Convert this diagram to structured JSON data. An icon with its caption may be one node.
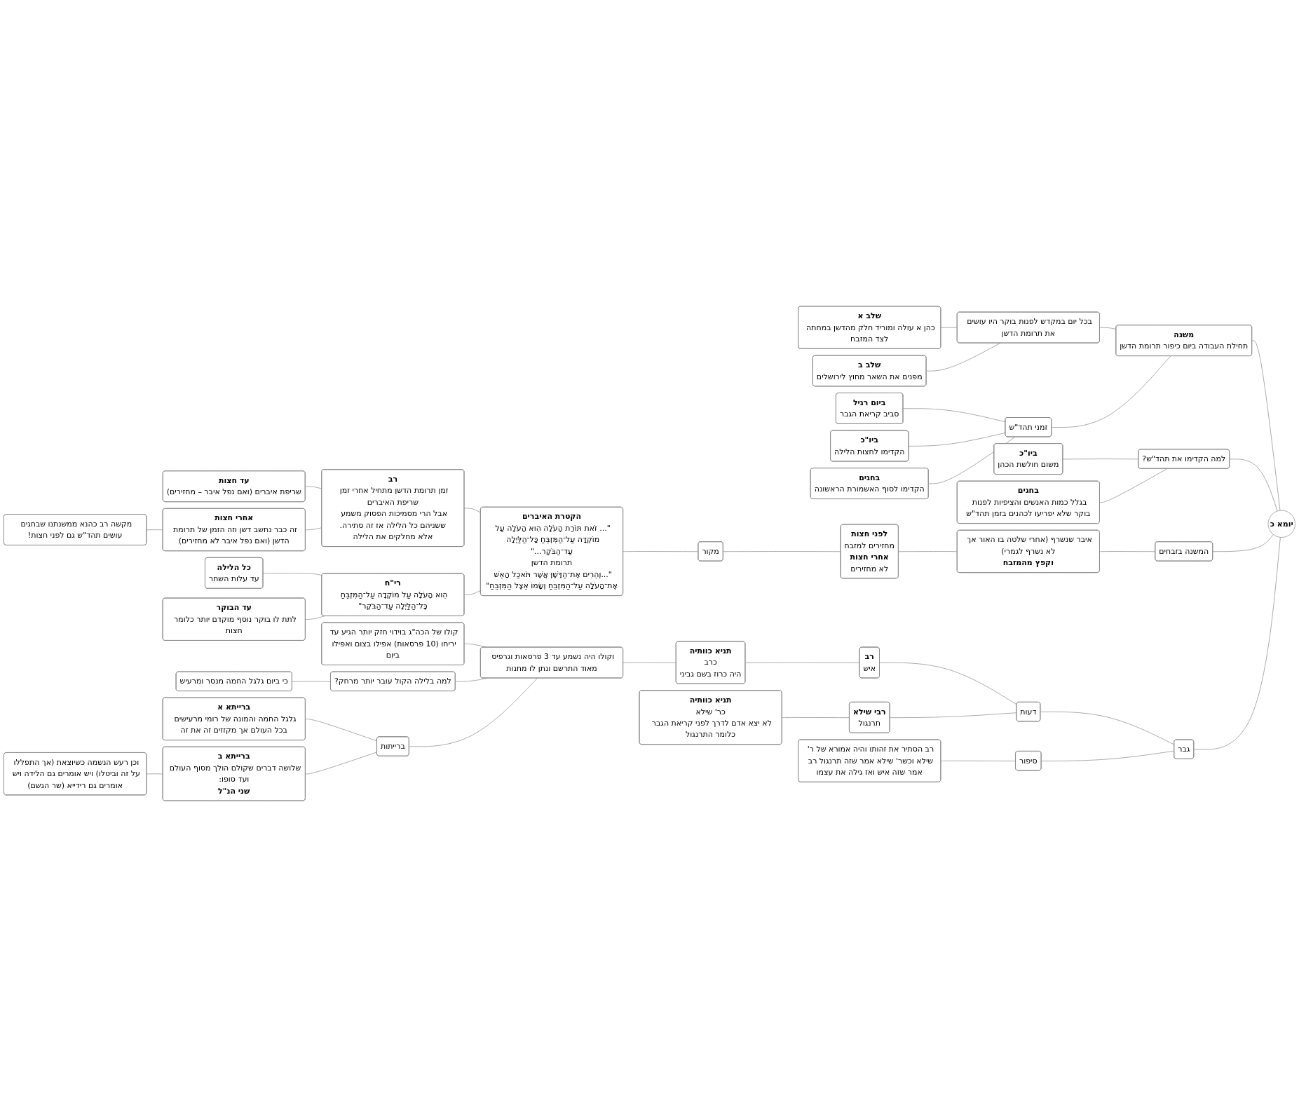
{
  "diagram": {
    "nodes": [
      {
        "text": [
          "יומא כ"
        ]
      },
      {
        "text": [
          "משנה",
          "תחילת העבודה ביום כיפור תרומת הדשן"
        ]
      },
      {
        "text": [
          "בכל יום במקדש לפנות בוקר היו עושים את תרומת הדשן"
        ]
      },
      {
        "text": [
          "שלב א",
          "כהן א עולה ומוריד חלק מהדשן במחתה לצד המזבח"
        ]
      },
      {
        "text": [
          "שלב ב",
          "מפנים את השאר מחוץ לירושלים"
        ]
      },
      {
        "text": [
          "זמני תהד\"ש"
        ]
      },
      {
        "text": [
          "ביום רגיל",
          "סביב קריאת הגבר"
        ]
      },
      {
        "text": [
          "ביו\"כ",
          "הקדימו לחצות הלילה"
        ]
      },
      {
        "text": [
          "בחגים",
          "הקדימו לסוף האשמורת הראשונה"
        ]
      },
      {
        "text": [
          "למה הקדימו את תהד\"ש?"
        ]
      },
      {
        "text": [
          "ביו\"כ",
          "משום חולשת הכהן"
        ]
      },
      {
        "text": [
          "בחגים",
          "בגלל כמות האנשים והציפיות לפנות בוקר שלא יפריעו לכהנים בזמן תהד\"ש"
        ]
      },
      {
        "text": [
          "המשנה בזבחים"
        ]
      },
      {
        "text": [
          "איבר שנשרף (אחרי שלטה בו האור אך לא נשרף לגמרי)",
          "וקפץ מהמזבח"
        ]
      },
      {
        "text": [
          "לפני חצות",
          "מחזירים למזבח",
          "אחרי חצות",
          "לא מחזירים"
        ]
      },
      {
        "text": [
          "מקור"
        ]
      },
      {
        "text": [
          "הקטרת האיברים",
          "\"... זֹאת תּוֹרַת הָעֹלָה הִוא הָעֹלָה עַל מוֹקְדָה עַל־הַמִּזְבֵּחַ כָּל־הַלַּיְלָה עַד־הַבֹּקֶר...\"",
          "תרומת הדשן",
          "\"...וְהֵרִים אֶת־הַדֶּשֶׁן אֲשֶׁר תֹּאכַל הָאֵשׁ אֶת־הָעֹלָה עַל־הַמִּזְבֵּחַ וְשָׂמוֹ אֵצֶל הַמִּזְבֵּחַ\""
        ]
      },
      {
        "text": [
          "רב",
          "זמן תרומת הדשן מתחיל אחרי זמן שריפת האיברים",
          "אבל הרי מסמיכות הפסוק משמע ששניהם כל הלילה אז זה סתירה.",
          "אלא מחלקים את הלילה"
        ]
      },
      {
        "text": [
          "עד חצות",
          "שריפת איברים (ואם נפל איבר – מחזירים)"
        ]
      },
      {
        "text": [
          "אחרי חצות",
          "זה כבר נחשב דשן וזה הזמן של תרומת הדשן (ואם נפל איבר לא מחזירים)"
        ]
      },
      {
        "text": [
          "מקשה רב כהנא ממשנתנו שבחגים עושים תהד\"ש גם לפני חצות!"
        ]
      },
      {
        "text": [
          "רי\"ח",
          "הִוא הָעֹלָה עַל מוֹקְדָה עַל־הַמִּזְבֵּחַ כָּל־הַלַּיְלָה עַד־הַבֹּקֶר\""
        ]
      },
      {
        "text": [
          "כל הלילה",
          "עד עלות השחר"
        ]
      },
      {
        "text": [
          "עד הבוקר",
          "לתת לו בוקר נוסף מוקדם יותר כלומר חצות"
        ]
      },
      {
        "text": [
          "גבר"
        ]
      },
      {
        "text": [
          "דעות"
        ]
      },
      {
        "text": [
          "רב",
          "איש"
        ]
      },
      {
        "text": [
          "תניא כוותיה",
          "כרב",
          "היה כרוז בשם גביני"
        ]
      },
      {
        "text": [
          "וקולו היה נשמע עד 3 פרסאות וגרפיס מאוד התרשם ונתן לו מתנות"
        ]
      },
      {
        "text": [
          "קולו של הכה\"ג בוידוי חזק יותר הגיע עד יריחו (10 פרסאות) אפילו בצום ואפילו ביום"
        ]
      },
      {
        "text": [
          "למה בלילה הקול עובר יותר מרחק?"
        ]
      },
      {
        "text": [
          "כי ביום גלגל החמה מנסר ומרעיש"
        ]
      },
      {
        "text": [
          "ברייתות"
        ]
      },
      {
        "text": [
          "ברייתא א",
          "גלגל החמה והמונה של רומי מרעישים בכל העולם אך מקזזים זה את זה"
        ]
      },
      {
        "text": [
          "ברייתא ב",
          "שלושה דברים שקולם הולך מסוף העולם ועד סופו:",
          "שני הנ\"ל"
        ]
      },
      {
        "text": [
          "וכן רעש הנשמה כשיוצאת (אך התפללו על זה וביטלו) ויש אומרים גם הלידה ויש אומרים גם רידייא (שר הגשם)"
        ]
      },
      {
        "text": [
          "רבי שילא",
          "תרנגול"
        ]
      },
      {
        "text": [
          "תניא כוותיה",
          "כר' שילא",
          "לא יצא אדם לדרך לפני קריאת הגבר כלומר התרנגול"
        ]
      },
      {
        "text": [
          "סיפור"
        ]
      },
      {
        "text": [
          "רב הסתיר את זהותו והיה אמורא של ר' שילא וכשר' שילא אמר שזה תרנגול רב אמר שזה איש ואז גילה את עצמו"
        ]
      }
    ],
    "edges": [
      {
        "from": 0,
        "to": 1,
        "arrow": "none"
      },
      {
        "from": 1,
        "to": 2,
        "arrow": "none"
      },
      {
        "from": 2,
        "to": 3,
        "arrow": "none"
      },
      {
        "from": 2,
        "to": 4,
        "arrow": "none"
      },
      {
        "from": 1,
        "to": 5,
        "arrow": "none"
      },
      {
        "from": 5,
        "to": 6,
        "arrow": "none"
      },
      {
        "from": 5,
        "to": 7,
        "arrow": "none"
      },
      {
        "from": 5,
        "to": 8,
        "arrow": "none"
      },
      {
        "from": 0,
        "to": 9,
        "arrow": "none"
      },
      {
        "from": 9,
        "to": 10,
        "arrow": "none"
      },
      {
        "from": 9,
        "to": 11,
        "arrow": "none"
      },
      {
        "from": 0,
        "to": 12,
        "arrow": "none"
      },
      {
        "from": 12,
        "to": 13,
        "arrow": "none"
      },
      {
        "from": 13,
        "to": 14,
        "arrow": "none"
      },
      {
        "from": 14,
        "to": 15,
        "arrow": "none"
      },
      {
        "from": 15,
        "to": 16,
        "arrow": "none"
      },
      {
        "from": 16,
        "to": 17,
        "arrow": "none"
      },
      {
        "from": 16,
        "to": 21,
        "arrow": "none"
      },
      {
        "from": 17,
        "to": 18,
        "arrow": "none"
      },
      {
        "from": 17,
        "to": 19,
        "arrow": "none"
      },
      {
        "from": 19,
        "to": 20,
        "arrow": "none"
      },
      {
        "from": 21,
        "to": 22,
        "arrow": "none"
      },
      {
        "from": 21,
        "to": 23,
        "arrow": "none"
      },
      {
        "from": 0,
        "to": 24,
        "arrow": "none"
      },
      {
        "from": 24,
        "to": 25,
        "arrow": "none"
      },
      {
        "from": 25,
        "to": 26,
        "arrow": "none"
      },
      {
        "from": 26,
        "to": 27,
        "arrow": "none"
      },
      {
        "from": 27,
        "to": 28,
        "arrow": "none"
      },
      {
        "from": 28,
        "to": 29,
        "arrow": "none"
      },
      {
        "from": 28,
        "to": 30,
        "arrow": "none"
      },
      {
        "from": 30,
        "to": 31,
        "arrow": "none"
      },
      {
        "from": 28,
        "to": 32,
        "arrow": "none"
      },
      {
        "from": 32,
        "to": 33,
        "arrow": "none"
      },
      {
        "from": 32,
        "to": 34,
        "arrow": "none"
      },
      {
        "from": 34,
        "to": 35,
        "arrow": "none"
      },
      {
        "from": 25,
        "to": 36,
        "arrow": "none"
      },
      {
        "from": 36,
        "to": 37,
        "arrow": "none"
      },
      {
        "from": 24,
        "to": 38,
        "arrow": "none"
      },
      {
        "from": 38,
        "to": 39,
        "arrow": "none"
      }
    ]
  }
}
